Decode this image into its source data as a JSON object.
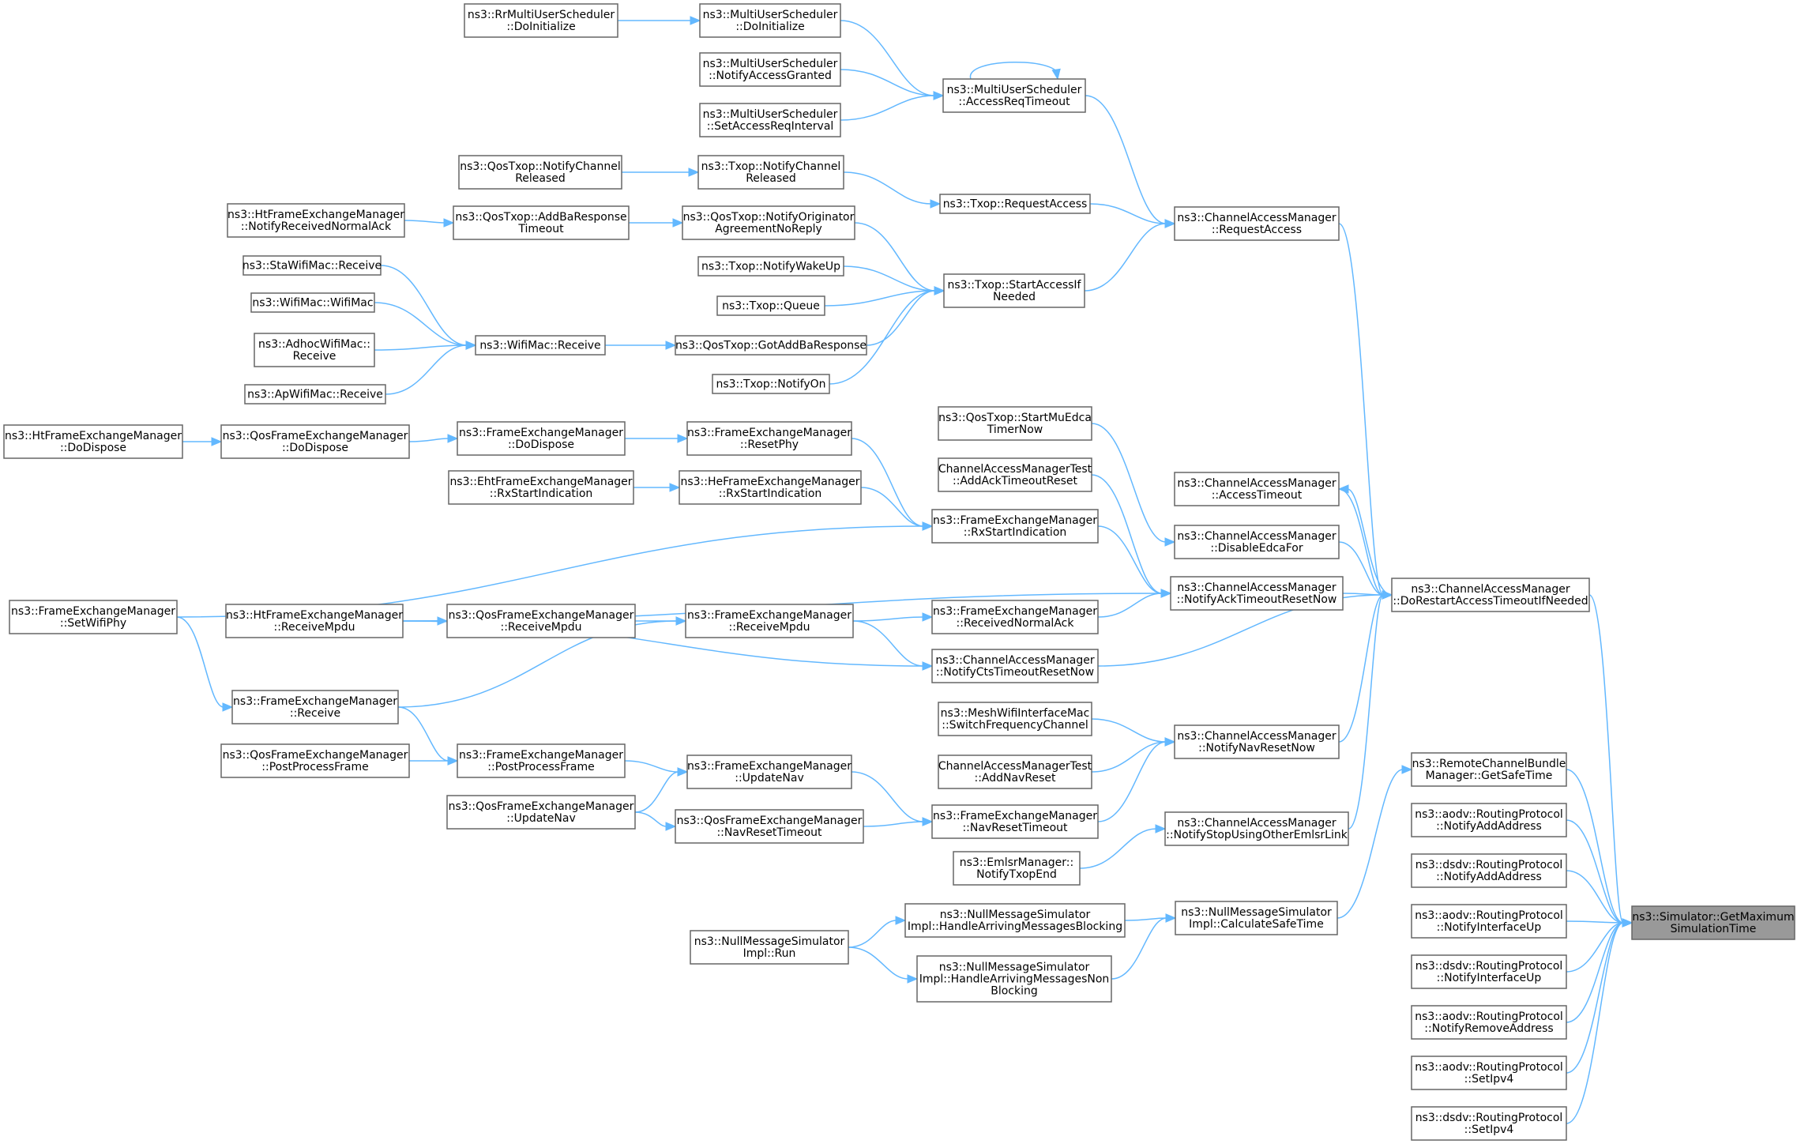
{
  "graph": {
    "nodes": [
      {
        "id": "n_root",
        "lines": [
          "ns3::Simulator::GetMaximum",
          "SimulationTime"
        ],
        "root": true
      },
      {
        "id": "n_dorestart",
        "lines": [
          "ns3::ChannelAccessManager",
          "::DoRestartAccessTimeoutIfNeeded"
        ]
      },
      {
        "id": "n_remotebundle",
        "lines": [
          "ns3::RemoteChannelBundle",
          "Manager::GetSafeTime"
        ]
      },
      {
        "id": "n_aodv_addaddr",
        "lines": [
          "ns3::aodv::RoutingProtocol",
          "::NotifyAddAddress"
        ]
      },
      {
        "id": "n_dsdv_addaddr",
        "lines": [
          "ns3::dsdv::RoutingProtocol",
          "::NotifyAddAddress"
        ]
      },
      {
        "id": "n_aodv_ifup",
        "lines": [
          "ns3::aodv::RoutingProtocol",
          "::NotifyInterfaceUp"
        ]
      },
      {
        "id": "n_dsdv_ifup",
        "lines": [
          "ns3::dsdv::RoutingProtocol",
          "::NotifyInterfaceUp"
        ]
      },
      {
        "id": "n_aodv_remaddr",
        "lines": [
          "ns3::aodv::RoutingProtocol",
          "::NotifyRemoveAddress"
        ]
      },
      {
        "id": "n_aodv_ipv4",
        "lines": [
          "ns3::aodv::RoutingProtocol",
          "::SetIpv4"
        ]
      },
      {
        "id": "n_dsdv_ipv4",
        "lines": [
          "ns3::dsdv::RoutingProtocol",
          "::SetIpv4"
        ]
      },
      {
        "id": "n_cam_reqaccess",
        "lines": [
          "ns3::ChannelAccessManager",
          "::RequestAccess"
        ]
      },
      {
        "id": "n_cam_acctimeout",
        "lines": [
          "ns3::ChannelAccessManager",
          "::AccessTimeout"
        ]
      },
      {
        "id": "n_cam_disable",
        "lines": [
          "ns3::ChannelAccessManager",
          "::DisableEdcaFor"
        ]
      },
      {
        "id": "n_cam_ackreset",
        "lines": [
          "ns3::ChannelAccessManager",
          "::NotifyAckTimeoutResetNow"
        ]
      },
      {
        "id": "n_cam_ctsreset",
        "lines": [
          "ns3::ChannelAccessManager",
          "::NotifyCtsTimeoutResetNow"
        ]
      },
      {
        "id": "n_cam_navreset",
        "lines": [
          "ns3::ChannelAccessManager",
          "::NotifyNavResetNow"
        ]
      },
      {
        "id": "n_cam_stopemlsr",
        "lines": [
          "ns3::ChannelAccessManager",
          "::NotifyStopUsingOtherEmlsrLink"
        ]
      },
      {
        "id": "n_nms_calcsafe",
        "lines": [
          "ns3::NullMessageSimulator",
          "Impl::CalculateSafeTime"
        ]
      },
      {
        "id": "n_mus_acc",
        "lines": [
          "ns3::MultiUserScheduler",
          "::AccessReqTimeout"
        ]
      },
      {
        "id": "n_txop_reqaccess",
        "lines": [
          "ns3::Txop::RequestAccess"
        ]
      },
      {
        "id": "n_txop_startacc",
        "lines": [
          "ns3::Txop::StartAccessIf",
          "Needed"
        ]
      },
      {
        "id": "n_mus_doinit",
        "lines": [
          "ns3::MultiUserScheduler",
          "::DoInitialize"
        ]
      },
      {
        "id": "n_rr_doinit",
        "lines": [
          "ns3::RrMultiUserScheduler",
          "::DoInitialize"
        ]
      },
      {
        "id": "n_mus_notifyacc",
        "lines": [
          "ns3::MultiUserScheduler",
          "::NotifyAccessGranted"
        ]
      },
      {
        "id": "n_mus_setacc",
        "lines": [
          "ns3::MultiUserScheduler",
          "::SetAccessReqInterval"
        ]
      },
      {
        "id": "n_txop_notifych",
        "lines": [
          "ns3::Txop::NotifyChannel",
          "Released"
        ]
      },
      {
        "id": "n_qos_notifych",
        "lines": [
          "ns3::QosTxop::NotifyChannel",
          "Released"
        ]
      },
      {
        "id": "n_qos_notifyorig",
        "lines": [
          "ns3::QosTxop::NotifyOriginator",
          "AgreementNoReply"
        ]
      },
      {
        "id": "n_txop_wakeup",
        "lines": [
          "ns3::Txop::NotifyWakeUp"
        ]
      },
      {
        "id": "n_txop_queue",
        "lines": [
          "ns3::Txop::Queue"
        ]
      },
      {
        "id": "n_qos_gotaddba",
        "lines": [
          "ns3::QosTxop::GotAddBaResponse"
        ]
      },
      {
        "id": "n_txop_notifyon",
        "lines": [
          "ns3::Txop::NotifyOn"
        ]
      },
      {
        "id": "n_qos_addbatimeout",
        "lines": [
          "ns3::QosTxop::AddBaResponse",
          "Timeout"
        ]
      },
      {
        "id": "n_ht_notifyack",
        "lines": [
          "ns3::HtFrameExchangeManager",
          "::NotifyReceivedNormalAck"
        ]
      },
      {
        "id": "n_wifimac_rx",
        "lines": [
          "ns3::WifiMac::Receive"
        ]
      },
      {
        "id": "n_sta_rx",
        "lines": [
          "ns3::StaWifiMac::Receive"
        ]
      },
      {
        "id": "n_wifimac_wifimac",
        "lines": [
          "ns3::WifiMac::WifiMac"
        ]
      },
      {
        "id": "n_adhoc_rx",
        "lines": [
          "ns3::AdhocWifiMac::",
          "Receive"
        ]
      },
      {
        "id": "n_ap_rx",
        "lines": [
          "ns3::ApWifiMac::Receive"
        ]
      },
      {
        "id": "n_qos_startmu",
        "lines": [
          "ns3::QosTxop::StartMuEdca",
          "TimerNow"
        ]
      },
      {
        "id": "n_camtest_ack",
        "lines": [
          "ChannelAccessManagerTest",
          "::AddAckTimeoutReset"
        ]
      },
      {
        "id": "n_fem_rxstart",
        "lines": [
          "ns3::FrameExchangeManager",
          "::RxStartIndication"
        ]
      },
      {
        "id": "n_fem_recvnack",
        "lines": [
          "ns3::FrameExchangeManager",
          "::ReceivedNormalAck"
        ]
      },
      {
        "id": "n_fem_recvmpdu",
        "lines": [
          "ns3::FrameExchangeManager",
          "::ReceiveMpdu"
        ]
      },
      {
        "id": "n_fem_resetphy",
        "lines": [
          "ns3::FrameExchangeManager",
          "::ResetPhy"
        ]
      },
      {
        "id": "n_fem_dodispose",
        "lines": [
          "ns3::FrameExchangeManager",
          "::DoDispose"
        ]
      },
      {
        "id": "n_qosfem_dodispose",
        "lines": [
          "ns3::QosFrameExchangeManager",
          "::DoDispose"
        ]
      },
      {
        "id": "n_htfem_dodispose",
        "lines": [
          "ns3::HtFrameExchangeManager",
          "::DoDispose"
        ]
      },
      {
        "id": "n_hefem_rxstart",
        "lines": [
          "ns3::HeFrameExchangeManager",
          "::RxStartIndication"
        ]
      },
      {
        "id": "n_ehtfem_rxstart",
        "lines": [
          "ns3::EhtFrameExchangeManager",
          "::RxStartIndication"
        ]
      },
      {
        "id": "n_fem_setwifiphy",
        "lines": [
          "ns3::FrameExchangeManager",
          "::SetWifiPhy"
        ]
      },
      {
        "id": "n_htfem_recvmpdu",
        "lines": [
          "ns3::HtFrameExchangeManager",
          "::ReceiveMpdu"
        ]
      },
      {
        "id": "n_qosfem_recvmpdu",
        "lines": [
          "ns3::QosFrameExchangeManager",
          "::ReceiveMpdu"
        ]
      },
      {
        "id": "n_fem_receive",
        "lines": [
          "ns3::FrameExchangeManager",
          "::Receive"
        ]
      },
      {
        "id": "n_mesh_switch",
        "lines": [
          "ns3::MeshWifiInterfaceMac",
          "::SwitchFrequencyChannel"
        ]
      },
      {
        "id": "n_camtest_nav",
        "lines": [
          "ChannelAccessManagerTest",
          "::AddNavReset"
        ]
      },
      {
        "id": "n_fem_navreset",
        "lines": [
          "ns3::FrameExchangeManager",
          "::NavResetTimeout"
        ]
      },
      {
        "id": "n_fem_updatenav",
        "lines": [
          "ns3::FrameExchangeManager",
          "::UpdateNav"
        ]
      },
      {
        "id": "n_qosfem_navreset",
        "lines": [
          "ns3::QosFrameExchangeManager",
          "::NavResetTimeout"
        ]
      },
      {
        "id": "n_qosfem_updatenav",
        "lines": [
          "ns3::QosFrameExchangeManager",
          "::UpdateNav"
        ]
      },
      {
        "id": "n_fem_postproc",
        "lines": [
          "ns3::FrameExchangeManager",
          "::PostProcessFrame"
        ]
      },
      {
        "id": "n_qosfem_postproc",
        "lines": [
          "ns3::QosFrameExchangeManager",
          "::PostProcessFrame"
        ]
      },
      {
        "id": "n_emlsr_txopend",
        "lines": [
          "ns3::EmlsrManager::",
          "NotifyTxopEnd"
        ]
      },
      {
        "id": "n_nms_blocking",
        "lines": [
          "ns3::NullMessageSimulator",
          "Impl::HandleArrivingMessagesBlocking"
        ]
      },
      {
        "id": "n_nms_nonblocking",
        "lines": [
          "ns3::NullMessageSimulator",
          "Impl::HandleArrivingMessagesNon",
          "Blocking"
        ]
      },
      {
        "id": "n_nms_run",
        "lines": [
          "ns3::NullMessageSimulator",
          "Impl::Run"
        ]
      }
    ],
    "edges": [
      [
        "n_dorestart",
        "n_root"
      ],
      [
        "n_remotebundle",
        "n_root"
      ],
      [
        "n_aodv_addaddr",
        "n_root"
      ],
      [
        "n_dsdv_addaddr",
        "n_root"
      ],
      [
        "n_aodv_ifup",
        "n_root"
      ],
      [
        "n_dsdv_ifup",
        "n_root"
      ],
      [
        "n_aodv_remaddr",
        "n_root"
      ],
      [
        "n_aodv_ipv4",
        "n_root"
      ],
      [
        "n_dsdv_ipv4",
        "n_root"
      ],
      [
        "n_cam_reqaccess",
        "n_dorestart"
      ],
      [
        "n_cam_acctimeout",
        "n_dorestart"
      ],
      [
        "n_dorestart",
        "n_cam_acctimeout"
      ],
      [
        "n_cam_disable",
        "n_dorestart"
      ],
      [
        "n_cam_ackreset",
        "n_dorestart"
      ],
      [
        "n_cam_ctsreset",
        "n_dorestart"
      ],
      [
        "n_cam_navreset",
        "n_dorestart"
      ],
      [
        "n_cam_stopemlsr",
        "n_dorestart"
      ],
      [
        "n_nms_calcsafe",
        "n_remotebundle"
      ],
      [
        "n_mus_acc",
        "n_cam_reqaccess"
      ],
      [
        "n_txop_reqaccess",
        "n_cam_reqaccess"
      ],
      [
        "n_txop_startacc",
        "n_cam_reqaccess"
      ],
      [
        "n_mus_doinit",
        "n_mus_acc"
      ],
      [
        "n_rr_doinit",
        "n_mus_doinit"
      ],
      [
        "n_mus_notifyacc",
        "n_mus_acc"
      ],
      [
        "n_mus_setacc",
        "n_mus_acc"
      ],
      [
        "n_mus_acc",
        "n_mus_acc"
      ],
      [
        "n_txop_notifych",
        "n_txop_reqaccess"
      ],
      [
        "n_qos_notifych",
        "n_txop_notifych"
      ],
      [
        "n_qos_notifyorig",
        "n_txop_startacc"
      ],
      [
        "n_txop_wakeup",
        "n_txop_startacc"
      ],
      [
        "n_txop_queue",
        "n_txop_startacc"
      ],
      [
        "n_qos_gotaddba",
        "n_txop_startacc"
      ],
      [
        "n_txop_notifyon",
        "n_txop_startacc"
      ],
      [
        "n_qos_addbatimeout",
        "n_qos_notifyorig"
      ],
      [
        "n_ht_notifyack",
        "n_qos_addbatimeout"
      ],
      [
        "n_wifimac_rx",
        "n_qos_gotaddba"
      ],
      [
        "n_sta_rx",
        "n_wifimac_rx"
      ],
      [
        "n_wifimac_wifimac",
        "n_wifimac_rx"
      ],
      [
        "n_adhoc_rx",
        "n_wifimac_rx"
      ],
      [
        "n_ap_rx",
        "n_wifimac_rx"
      ],
      [
        "n_qos_startmu",
        "n_cam_disable"
      ],
      [
        "n_camtest_ack",
        "n_cam_ackreset"
      ],
      [
        "n_fem_rxstart",
        "n_cam_ackreset"
      ],
      [
        "n_fem_recvnack",
        "n_cam_ackreset"
      ],
      [
        "n_htfem_recvmpdu",
        "n_cam_ackreset"
      ],
      [
        "n_fem_resetphy",
        "n_fem_rxstart"
      ],
      [
        "n_hefem_rxstart",
        "n_fem_rxstart"
      ],
      [
        "n_fem_setwifiphy",
        "n_fem_rxstart"
      ],
      [
        "n_fem_dodispose",
        "n_fem_resetphy"
      ],
      [
        "n_qosfem_dodispose",
        "n_fem_dodispose"
      ],
      [
        "n_htfem_dodispose",
        "n_qosfem_dodispose"
      ],
      [
        "n_ehtfem_rxstart",
        "n_hefem_rxstart"
      ],
      [
        "n_fem_recvmpdu",
        "n_fem_recvnack"
      ],
      [
        "n_fem_recvmpdu",
        "n_cam_ctsreset"
      ],
      [
        "n_htfem_recvmpdu",
        "n_cam_ctsreset"
      ],
      [
        "n_qosfem_recvmpdu",
        "n_fem_recvmpdu"
      ],
      [
        "n_fem_receive",
        "n_fem_recvmpdu"
      ],
      [
        "n_htfem_recvmpdu",
        "n_qosfem_recvmpdu"
      ],
      [
        "n_fem_setwifiphy",
        "n_fem_receive"
      ],
      [
        "n_mesh_switch",
        "n_cam_navreset"
      ],
      [
        "n_camtest_nav",
        "n_cam_navreset"
      ],
      [
        "n_fem_navreset",
        "n_cam_navreset"
      ],
      [
        "n_fem_updatenav",
        "n_fem_navreset"
      ],
      [
        "n_qosfem_navreset",
        "n_fem_navreset"
      ],
      [
        "n_fem_postproc",
        "n_fem_updatenav"
      ],
      [
        "n_qosfem_updatenav",
        "n_fem_updatenav"
      ],
      [
        "n_qosfem_updatenav",
        "n_qosfem_navreset"
      ],
      [
        "n_fem_receive",
        "n_fem_postproc"
      ],
      [
        "n_qosfem_postproc",
        "n_fem_postproc"
      ],
      [
        "n_emlsr_txopend",
        "n_cam_stopemlsr"
      ],
      [
        "n_nms_blocking",
        "n_nms_calcsafe"
      ],
      [
        "n_nms_nonblocking",
        "n_nms_calcsafe"
      ],
      [
        "n_nms_run",
        "n_nms_blocking"
      ],
      [
        "n_nms_run",
        "n_nms_nonblocking"
      ]
    ]
  }
}
